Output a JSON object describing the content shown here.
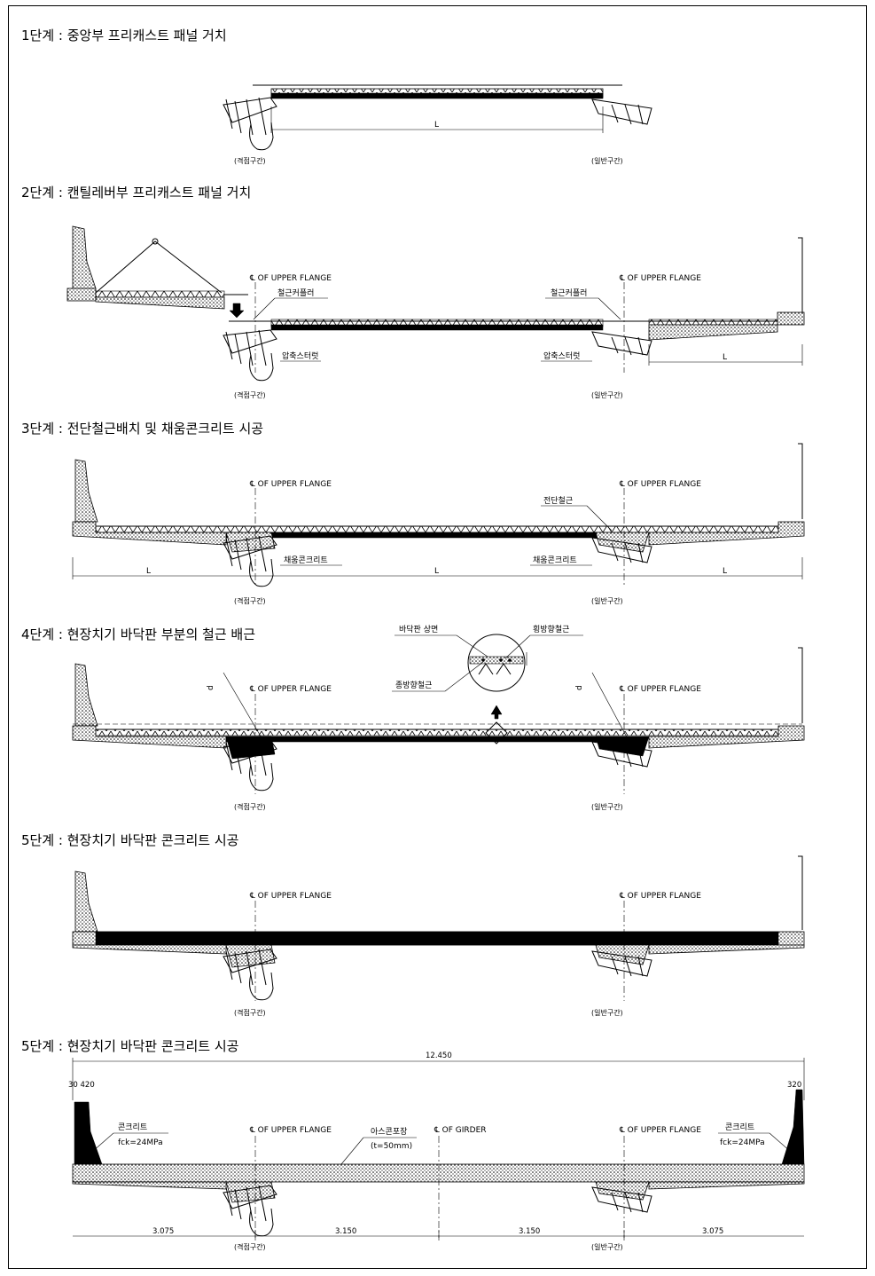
{
  "stages": [
    {
      "title": "1단계 : 중앙부 프리캐스트 패널 거치",
      "left_zone": "(격점구간)",
      "right_zone": "(일반구간)",
      "span_label": "L"
    },
    {
      "title": "2단계 : 캔틸레버부 프리캐스트 패널 거치",
      "left_zone": "(격점구간)",
      "right_zone": "(일반구간)",
      "flange_label": "℄ OF UPPER FLANGE",
      "coupler": "철근커플러",
      "strut": "압축스터럿",
      "cant_label": "L"
    },
    {
      "title": "3단계 : 전단철근배치 및 채움콘크리트 시공",
      "left_zone": "(격점구간)",
      "right_zone": "(일반구간)",
      "flange_label": "℄ OF UPPER FLANGE",
      "shear_rebar": "전단철근",
      "fill_concrete": "채움콘크리트",
      "span_label": "L",
      "cant_label": "L"
    },
    {
      "title": "4단계 : 현장치기 바닥판 부분의 철근 배근",
      "left_zone": "(격점구간)",
      "right_zone": "(일반구간)",
      "flange_label": "℄ OF UPPER FLANGE",
      "deck_top": "바닥판 상면",
      "transverse": "횡방향철근",
      "longitudinal": "종방향철근",
      "d_label": "d"
    },
    {
      "title": "5단계 : 현장치기 바닥판 콘크리트 시공",
      "left_zone": "(격점구간)",
      "right_zone": "(일반구간)",
      "flange_label": "℄ OF UPPER FLANGE"
    },
    {
      "title": "5단계 : 현장치기 바닥판 콘크리트 시공",
      "left_zone": "(격점구간)",
      "right_zone": "(일반구간)",
      "flange_label": "℄ OF UPPER FLANGE",
      "girder_label": "℄ OF GIRDER",
      "concrete": "콘크리트",
      "fck": "fck=24MPa",
      "asphalt": "아스콘포장",
      "asphalt_t": "(t=50mm)",
      "total_width": "12.450",
      "barrier_left": "30 420",
      "barrier_right": "320",
      "dims": [
        "3.075",
        "3.150",
        "3.150",
        "3.075"
      ]
    }
  ]
}
